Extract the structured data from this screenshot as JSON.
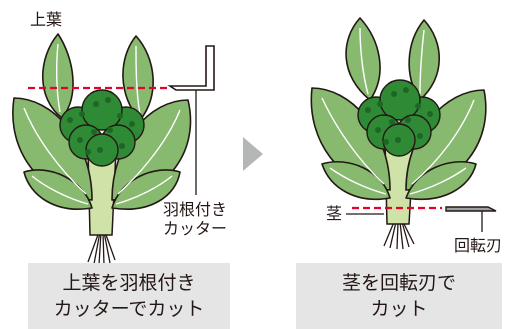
{
  "panels": {
    "left": {
      "top_leaf_label": "上葉",
      "cutter_label": [
        "羽根付き",
        "カッター"
      ],
      "caption": [
        "上葉を羽根付き",
        "カッターでカット"
      ]
    },
    "right": {
      "stem_label": "茎",
      "blade_label": "回転刃",
      "caption": [
        "茎を回転刃で",
        "カット"
      ]
    }
  },
  "colors": {
    "leaf": "#87ba6e",
    "leaf_vein": "#ffffff",
    "floret": "#2f8a35",
    "floret_dark": "#1d6625",
    "stem": "#cfe3a8",
    "outline": "#231815",
    "cut_line": "#e6002d",
    "arrow": "#b5b6b6",
    "caption_bg": "#e5e5e6",
    "blade": "#9fa0a0"
  },
  "icons": {
    "arrow": "right-arrow-icon",
    "cutter": "winged-cutter-icon",
    "blade": "rotary-blade-icon"
  }
}
